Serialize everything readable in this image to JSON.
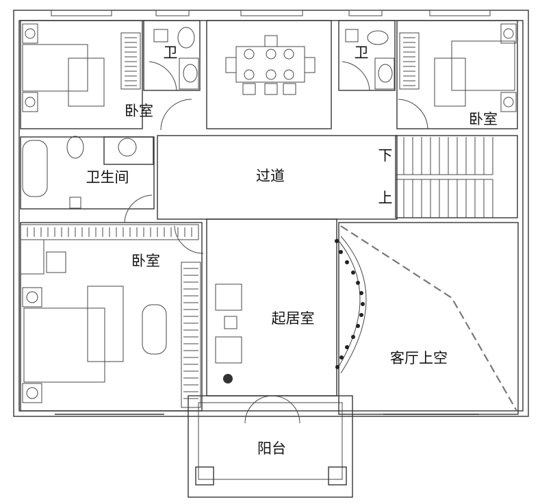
{
  "rooms": {
    "bedroom_top_left": "卧室",
    "bath_top_left": "卫",
    "bath_top_right": "卫",
    "bedroom_top_right": "卧室",
    "bathroom": "卫生间",
    "corridor": "过道",
    "stairs_down": "下",
    "stairs_up": "上",
    "bedroom_left": "卧室",
    "living_room": "起居室",
    "void_above_hall": "客厅上空",
    "balcony": "阳台"
  }
}
